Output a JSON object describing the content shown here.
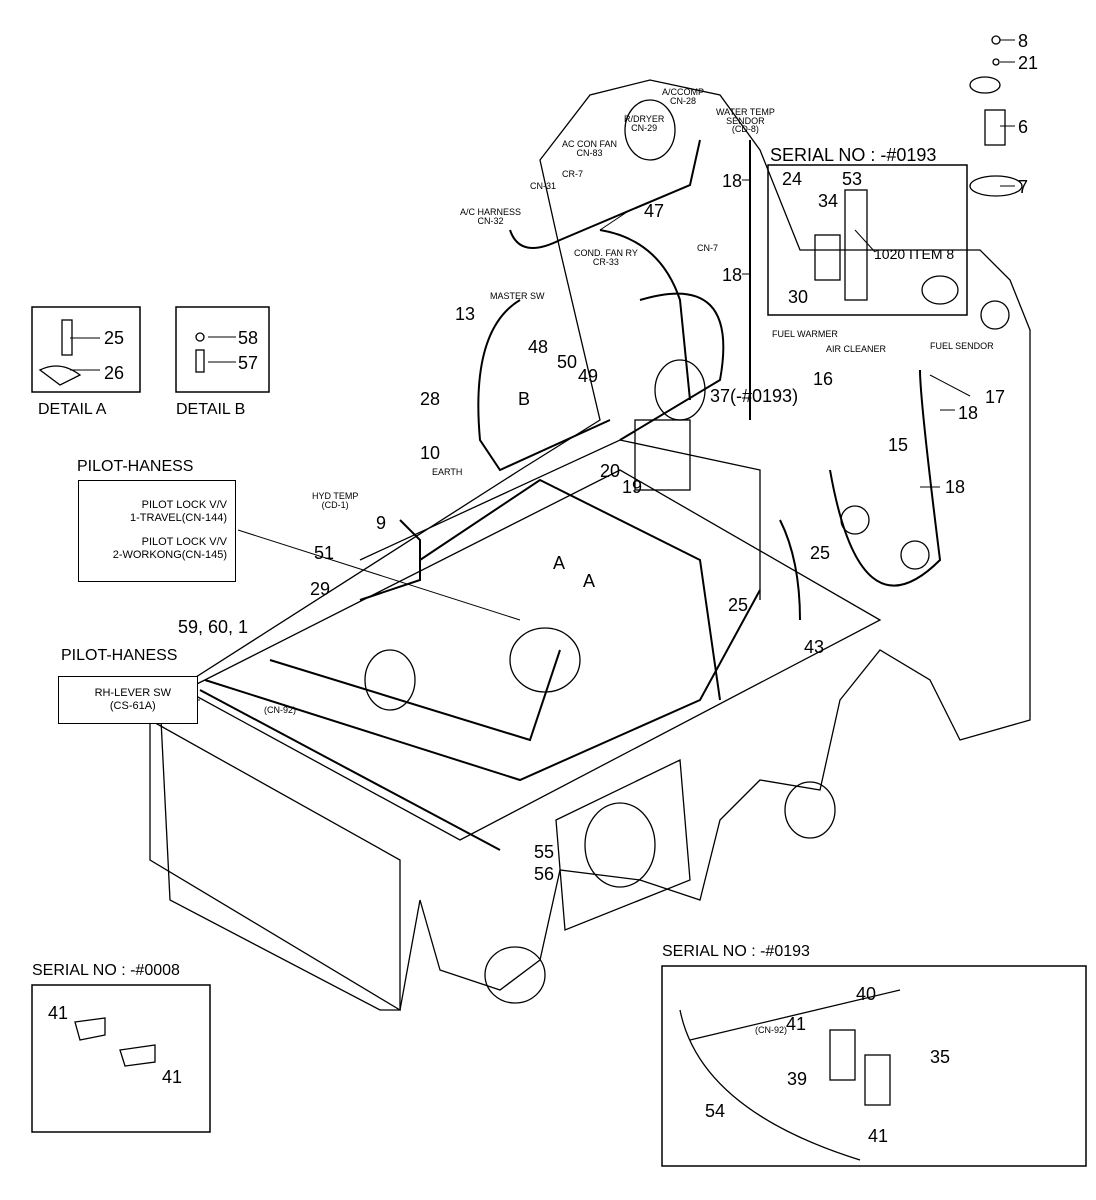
{
  "serial_top": "SERIAL NO : -#0193",
  "serial_bottom_left": "SERIAL NO : -#0008",
  "serial_bottom_right": "SERIAL NO : -#0193",
  "detail_a": {
    "title": "DETAIL A",
    "parts": [
      "25",
      "26"
    ]
  },
  "detail_b": {
    "title": "DETAIL B",
    "parts": [
      "58",
      "57"
    ]
  },
  "pilot_haness_1": {
    "title": "PILOT-HANESS",
    "lines": [
      "PILOT LOCK V/V",
      "1-TRAVEL(CN-144)",
      "PILOT LOCK V/V",
      "2-WORKONG(CN-145)"
    ]
  },
  "pilot_haness_2": {
    "title": "PILOT-HANESS",
    "lines": [
      "RH-LEVER SW",
      "(CS-61A)"
    ]
  },
  "callouts": [
    "8",
    "21",
    "6",
    "7",
    "18",
    "24",
    "53",
    "34",
    "47",
    "18",
    "1020 ITEM 8",
    "30",
    "13",
    "48",
    "50",
    "49",
    "37(-#0193)",
    "16",
    "17",
    "18",
    "15",
    "18",
    "28",
    "B",
    "10",
    "20",
    "19",
    "9",
    "51",
    "29",
    "A",
    "A",
    "25",
    "25",
    "43",
    "59, 60, 1",
    "55",
    "56"
  ],
  "connectors": [
    "A/CCOMP",
    "CN-28",
    "R/DRYER",
    "CN-29",
    "WATER TEMP",
    "SENDOR",
    "(CD-8)",
    "AC CON FAN",
    "CN-83",
    "CR-7",
    "CN-31",
    "A/C HARNESS",
    "CN-32",
    "COND. FAN RY",
    "CR-33",
    "CN-7",
    "MASTER SW",
    "FUEL WARMER",
    "AIR CLEANER",
    "FUEL SENDOR",
    "EARTH",
    "HYD TEMP",
    "(CD-1)",
    "(CN-92)"
  ],
  "inset_left_parts": [
    "41",
    "41"
  ],
  "inset_right_parts": [
    "40",
    "41",
    "35",
    "39",
    "54",
    "41",
    "(CN-92)"
  ]
}
